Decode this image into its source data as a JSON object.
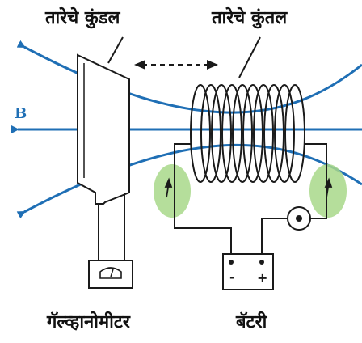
{
  "labels": {
    "coil": "तारेचे कुंडल",
    "solenoid": "तारेचे कुंतल",
    "field_letter": "B",
    "galvanometer": "गॅल्व्हानोमीटर",
    "battery": "बॅटरी",
    "battery_minus": "-",
    "battery_plus": "+"
  },
  "colors": {
    "field_lines": "#1f6fb5",
    "wire": "#1a1a1a",
    "hand_marker": "#a8d88a"
  },
  "icons": {
    "galvanometer": "meter-dial-icon",
    "switch": "key-switch-icon",
    "current_arrow": "current-arrow-icon"
  }
}
